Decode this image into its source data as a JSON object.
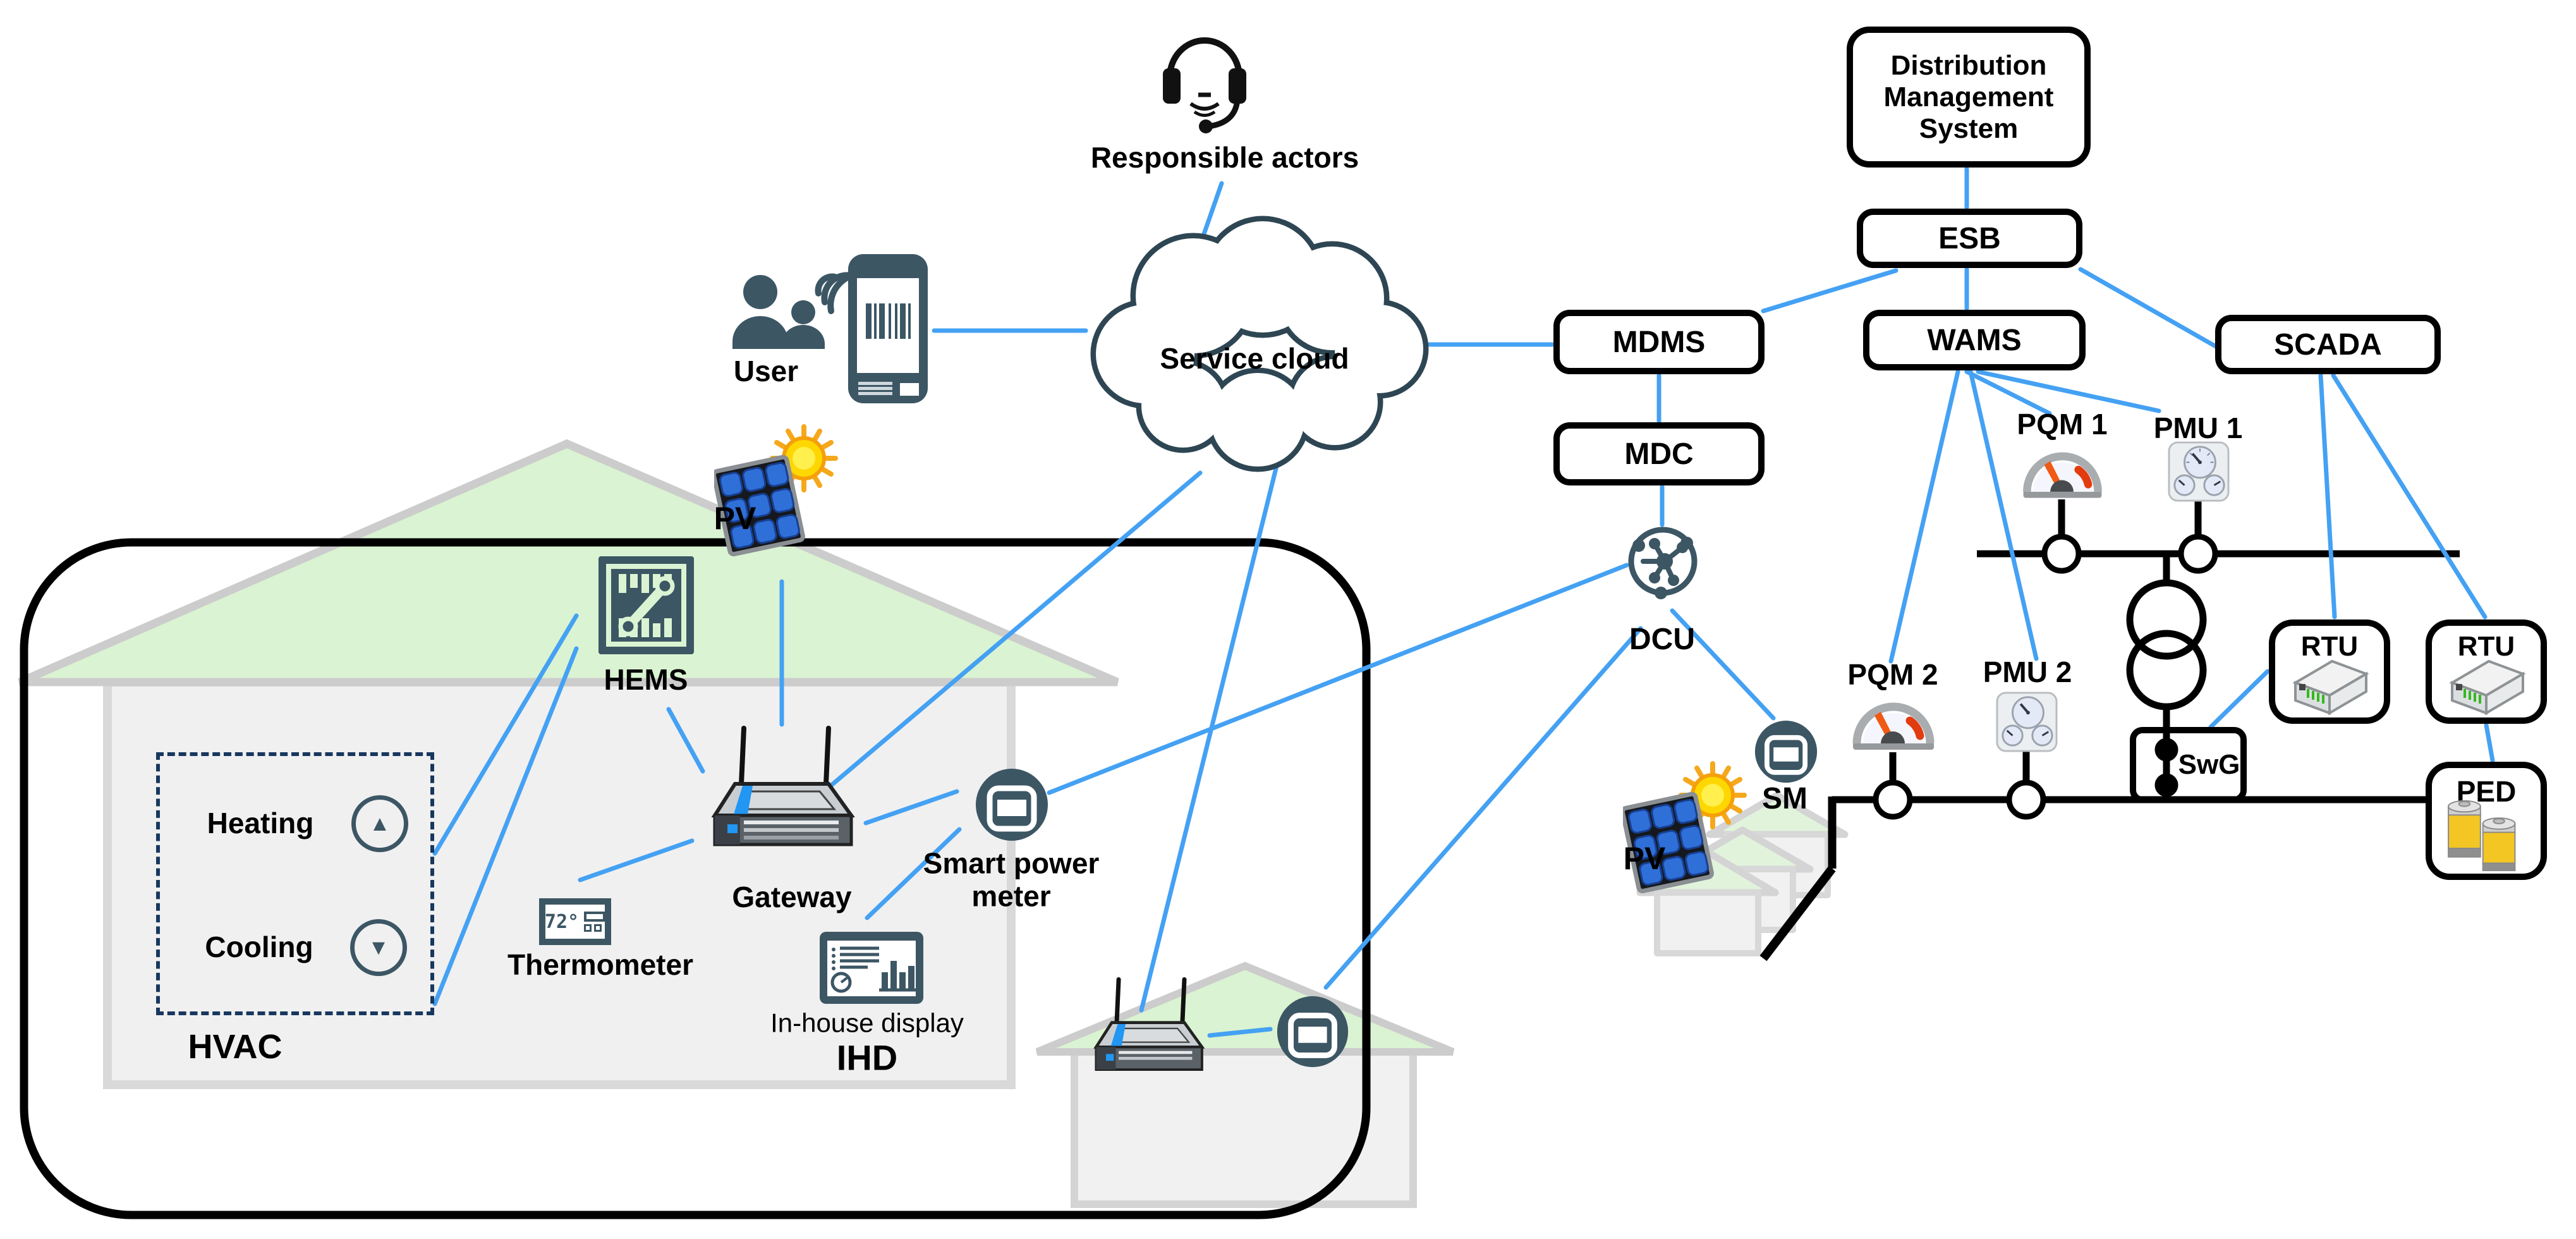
{
  "colors": {
    "connector_blue": "#44a1f3",
    "icon_slate": "#3c5664",
    "roof_green": "#daf3d2",
    "house_gray": "#f0f0f0",
    "box_border": "#000000",
    "gauge_needle": "#f05a14",
    "gauge_arc_red": "#e23b10",
    "battery_yellow": "#f3c623",
    "router_blue": "#2196f3"
  },
  "labels": {
    "responsible_actors": "Responsible actors",
    "user": "User",
    "service_cloud": "Service cloud",
    "dms": "Distribution\nManagement\nSystem",
    "esb": "ESB",
    "mdms": "MDMS",
    "wams": "WAMS",
    "scada": "SCADA",
    "mdc": "MDC",
    "dcu": "DCU",
    "sm": "SM",
    "pv_neighborhood": "PV",
    "pqm1": "PQM 1",
    "pmu1": "PMU 1",
    "pqm2": "PQM 2",
    "pmu2": "PMU 2",
    "rtu_left": "RTU",
    "rtu_right": "RTU",
    "swg": "SwG",
    "ped": "PED",
    "home_pv": "PV",
    "hems": "HEMS",
    "gateway": "Gateway",
    "thermometer": "Thermometer",
    "thermostat_reading": "72°",
    "smart_power_meter": "Smart power\nmeter",
    "ihd_caption": "In-house display",
    "ihd": "IHD",
    "hvac": "HVAC",
    "heating": "Heating",
    "cooling": "Cooling"
  },
  "icons": {
    "up_arrow": "▲",
    "down_arrow": "▼"
  }
}
